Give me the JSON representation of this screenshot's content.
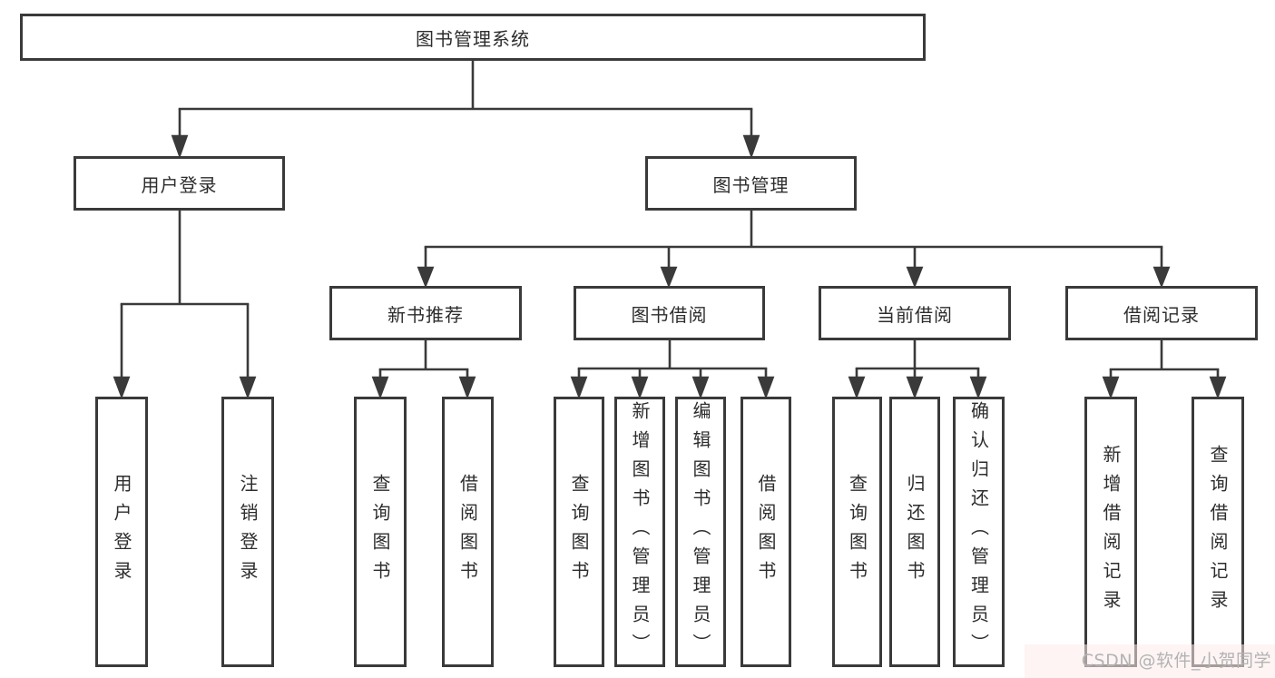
{
  "root": {
    "label": "图书管理系统"
  },
  "branches": {
    "user_login": {
      "label": "用户登录",
      "children": [
        {
          "label": "用户登录"
        },
        {
          "label": "注销登录"
        }
      ]
    },
    "book_mgmt": {
      "label": "图书管理",
      "children": {
        "new_book_rec": {
          "label": "新书推荐",
          "children": [
            {
              "label": "查询图书"
            },
            {
              "label": "借阅图书"
            }
          ]
        },
        "book_borrow": {
          "label": "图书借阅",
          "children": [
            {
              "label": "查询图书"
            },
            {
              "label": "新增图书（管理员）"
            },
            {
              "label": "编辑图书（管理员）"
            },
            {
              "label": "借阅图书"
            }
          ]
        },
        "current_borrow": {
          "label": "当前借阅",
          "children": [
            {
              "label": "查询图书"
            },
            {
              "label": "归还图书"
            },
            {
              "label": "确认归还（管理员）"
            }
          ]
        },
        "borrow_record": {
          "label": "借阅记录",
          "children": [
            {
              "label": "新增借阅记录"
            },
            {
              "label": "查询借阅记录"
            }
          ]
        }
      }
    }
  },
  "watermark": {
    "text": "CSDN @软件_小贺同学"
  },
  "colors": {
    "line": "#3a3a3a",
    "text": "#2d2d2d",
    "box_background": "#ffffff",
    "watermark": "#b3b3b3"
  }
}
